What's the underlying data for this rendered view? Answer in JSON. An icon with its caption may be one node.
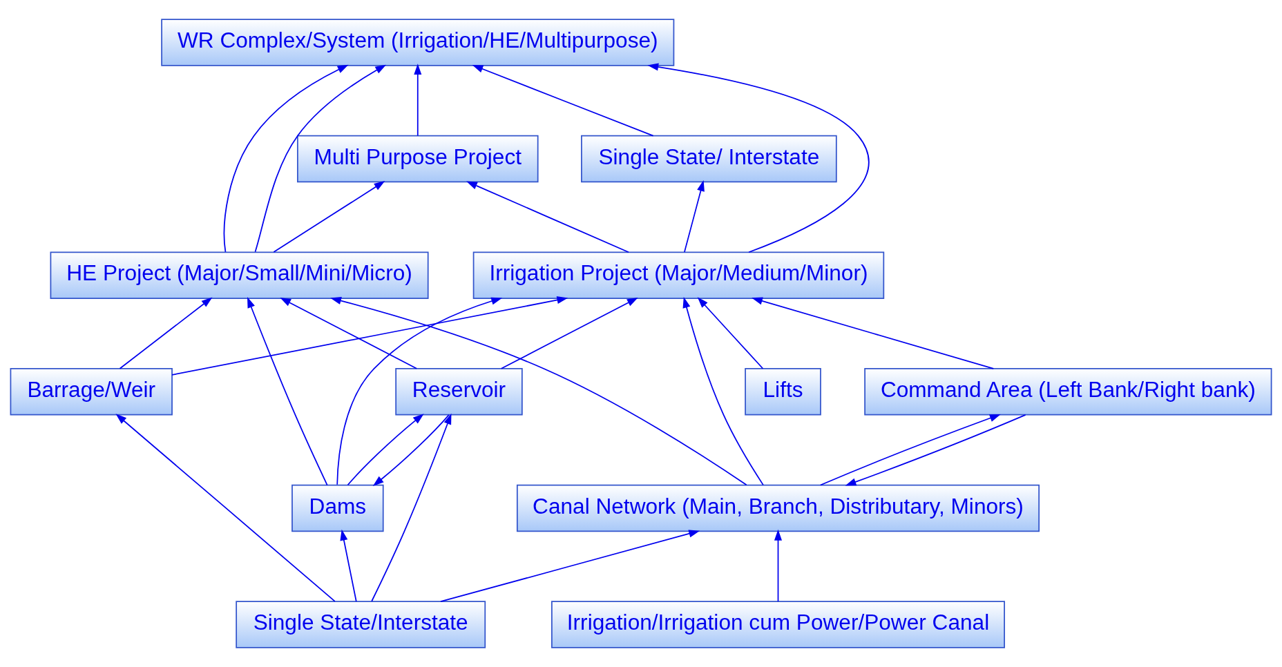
{
  "diagram": {
    "nodes": [
      {
        "text": [
          "Single State/ Interstate"
        ]
      },
      {
        "text": [
          "WR Complex/System (Irrigation/HE/Multipurpose)"
        ]
      },
      {
        "text": [
          "Multi Purpose Project"
        ]
      },
      {
        "text": [
          "Irrigation Project (Major/Medium/Minor)"
        ]
      },
      {
        "text": [
          "HE Project (Major/Small/Mini/Micro)"
        ]
      },
      {
        "text": [
          "Dams"
        ]
      },
      {
        "text": [
          "Reservoir"
        ]
      },
      {
        "text": [
          "Barrage/Weir"
        ]
      },
      {
        "text": [
          "Lifts"
        ]
      },
      {
        "text": [
          "Single State/Interstate"
        ]
      },
      {
        "text": [
          "Canal Network (Main, Branch, Distributary, Minors)"
        ]
      },
      {
        "text": [
          "Command Area (Left Bank/Right bank)"
        ]
      },
      {
        "text": [
          "Irrigation/Irrigation cum Power/Power Canal"
        ]
      }
    ],
    "edges": [
      {
        "from": 0,
        "to": 1,
        "arrow": "to"
      },
      {
        "from": 2,
        "to": 1,
        "arrow": "to"
      },
      {
        "from": 3,
        "to": 0,
        "arrow": "to"
      },
      {
        "from": 3,
        "to": 1,
        "arrow": "to"
      },
      {
        "from": 3,
        "to": 2,
        "arrow": "to"
      },
      {
        "from": 4,
        "to": 1,
        "arrow": "to"
      },
      {
        "from": 4,
        "to": 1,
        "arrow": "to"
      },
      {
        "from": 4,
        "to": 2,
        "arrow": "to"
      },
      {
        "from": 5,
        "to": 3,
        "arrow": "to"
      },
      {
        "from": 5,
        "to": 4,
        "arrow": "to"
      },
      {
        "from": 5,
        "to": 6,
        "arrow": "to"
      },
      {
        "from": 6,
        "to": 5,
        "arrow": "to"
      },
      {
        "from": 6,
        "to": 3,
        "arrow": "to"
      },
      {
        "from": 6,
        "to": 4,
        "arrow": "to"
      },
      {
        "from": 7,
        "to": 3,
        "arrow": "to"
      },
      {
        "from": 7,
        "to": 4,
        "arrow": "to"
      },
      {
        "from": 8,
        "to": 3,
        "arrow": "to"
      },
      {
        "from": 11,
        "to": 3,
        "arrow": "to"
      },
      {
        "from": 9,
        "to": 5,
        "arrow": "to"
      },
      {
        "from": 9,
        "to": 6,
        "arrow": "to"
      },
      {
        "from": 9,
        "to": 7,
        "arrow": "to"
      },
      {
        "from": 9,
        "to": 10,
        "arrow": "to"
      },
      {
        "from": 10,
        "to": 3,
        "arrow": "to"
      },
      {
        "from": 10,
        "to": 4,
        "arrow": "to"
      },
      {
        "from": 11,
        "to": 10,
        "arrow": "to"
      },
      {
        "from": 10,
        "to": 11,
        "arrow": "to"
      },
      {
        "from": 12,
        "to": 10,
        "arrow": "to"
      }
    ]
  }
}
